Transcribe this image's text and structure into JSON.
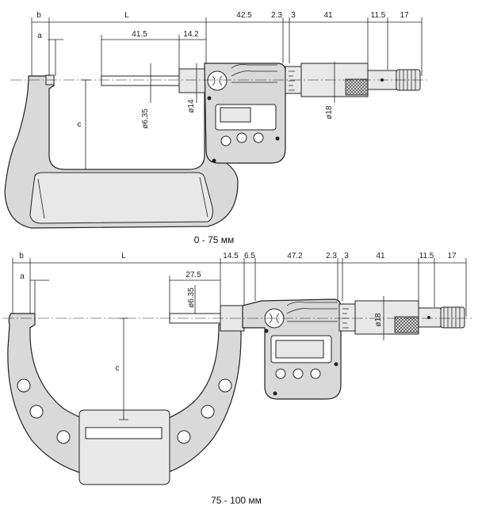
{
  "top": {
    "caption": "0 - 75 мм",
    "dims": {
      "b": "b",
      "L": "L",
      "d42_5": "42.5",
      "d2_3": "2.3",
      "d3": "3",
      "d41": "41",
      "d11_5": "11.5",
      "d17": "17",
      "a": "a",
      "d41_5": "41.5",
      "d14_2": "14.2",
      "phi6_35": "ø6.35",
      "phi14": "ø14",
      "phi18": "ø18",
      "c": "c"
    }
  },
  "bottom": {
    "caption": "75 - 100 мм",
    "dims": {
      "b": "b",
      "L": "L",
      "d14_5": "14.5",
      "d6_5": "6.5",
      "d47_2": "47.2",
      "d2_3": "2.3",
      "d3": "3",
      "d41": "41",
      "d11_5": "11.5",
      "d17": "17",
      "a": "a",
      "d27_5": "27.5",
      "phi6_35": "ø6.35",
      "phi18": "ø18",
      "c": "c"
    }
  }
}
